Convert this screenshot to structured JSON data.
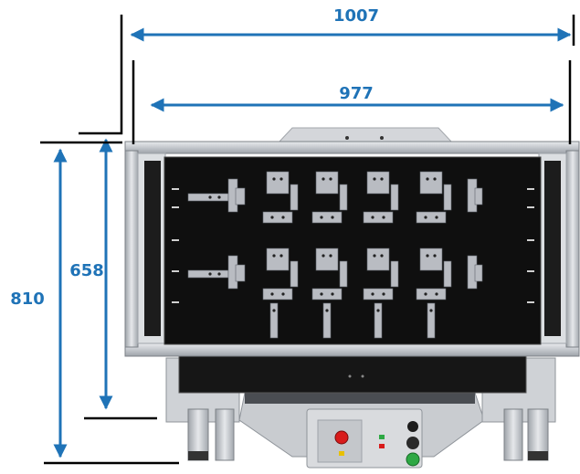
{
  "dimensions": {
    "overall_width": "1007",
    "inner_width": "977",
    "overall_height": "810",
    "frame_height": "658"
  },
  "colors": {
    "dimension": "#1f73b7",
    "frame": "#c9ccd0",
    "frame_dark": "#8a8f96",
    "panel": "#111111",
    "bracket": "#b9bcc2",
    "button_red": "#d81b1b",
    "button_green": "#2ea844",
    "button_yellow": "#e8c000"
  }
}
